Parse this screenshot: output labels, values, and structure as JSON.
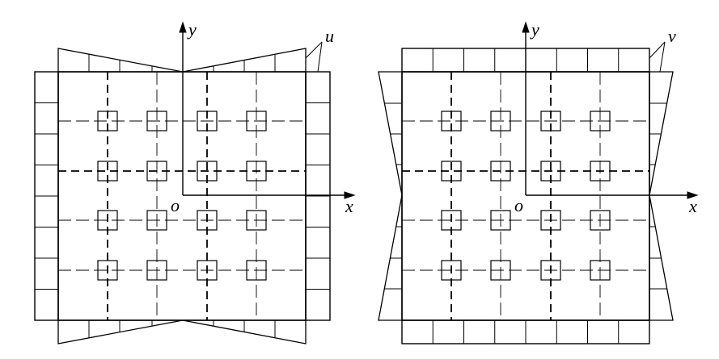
{
  "colors": {
    "stroke": "#000000",
    "background": "#ffffff"
  },
  "panels": [
    {
      "id": "left",
      "x_label": "x",
      "y_label": "y",
      "origin_label": "o",
      "field_label": "u"
    },
    {
      "id": "right",
      "x_label": "x",
      "y_label": "y",
      "origin_label": "o",
      "field_label": "v"
    }
  ]
}
